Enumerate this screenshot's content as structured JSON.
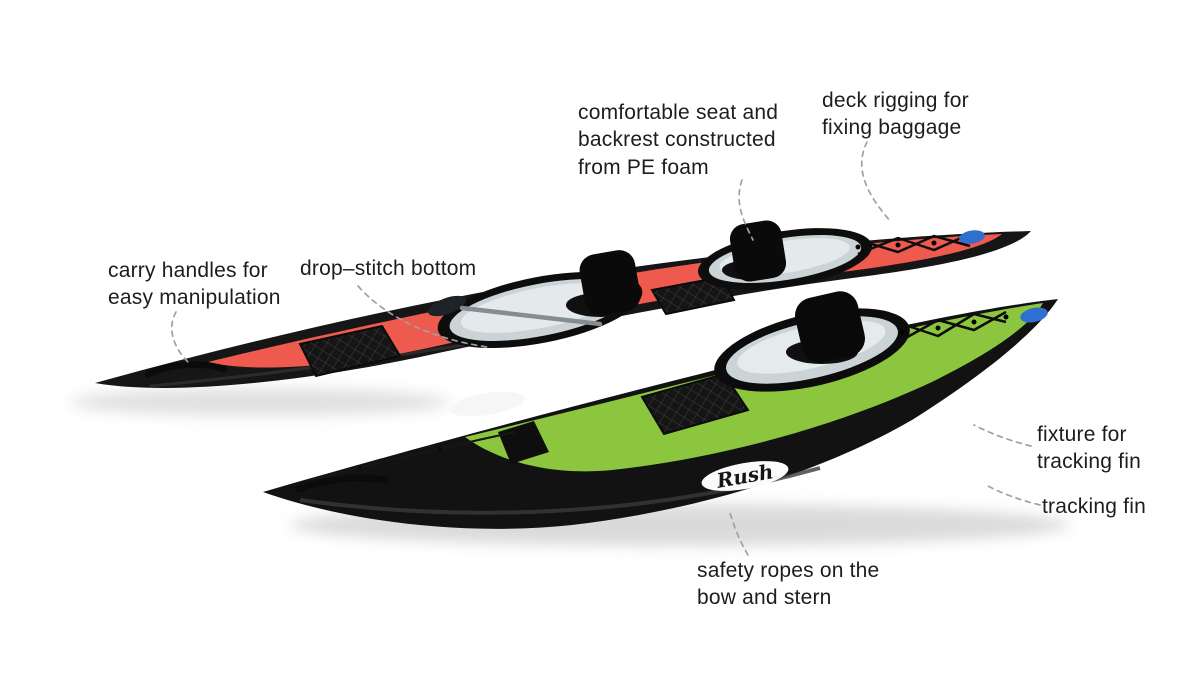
{
  "labels": {
    "seat": "comfortable seat and\nbackrest constructed\nfrom PE foam",
    "deck_rigging": "deck rigging for\nfixing baggage",
    "carry_handles": "carry handles for\neasy manipulation",
    "drop_stitch": "drop–stitch bottom",
    "fixture_fin": "fixture for\ntracking fin",
    "tracking_fin": "tracking fin",
    "safety_ropes": "safety ropes on the\nbow and stern"
  },
  "branding": {
    "model_logo": "Rush"
  },
  "colors": {
    "rear_deck_red": "#ee5a4e",
    "front_deck_green": "#8cc63e",
    "hull_black": "#141414",
    "badge_blue": "#2f6fd0"
  }
}
